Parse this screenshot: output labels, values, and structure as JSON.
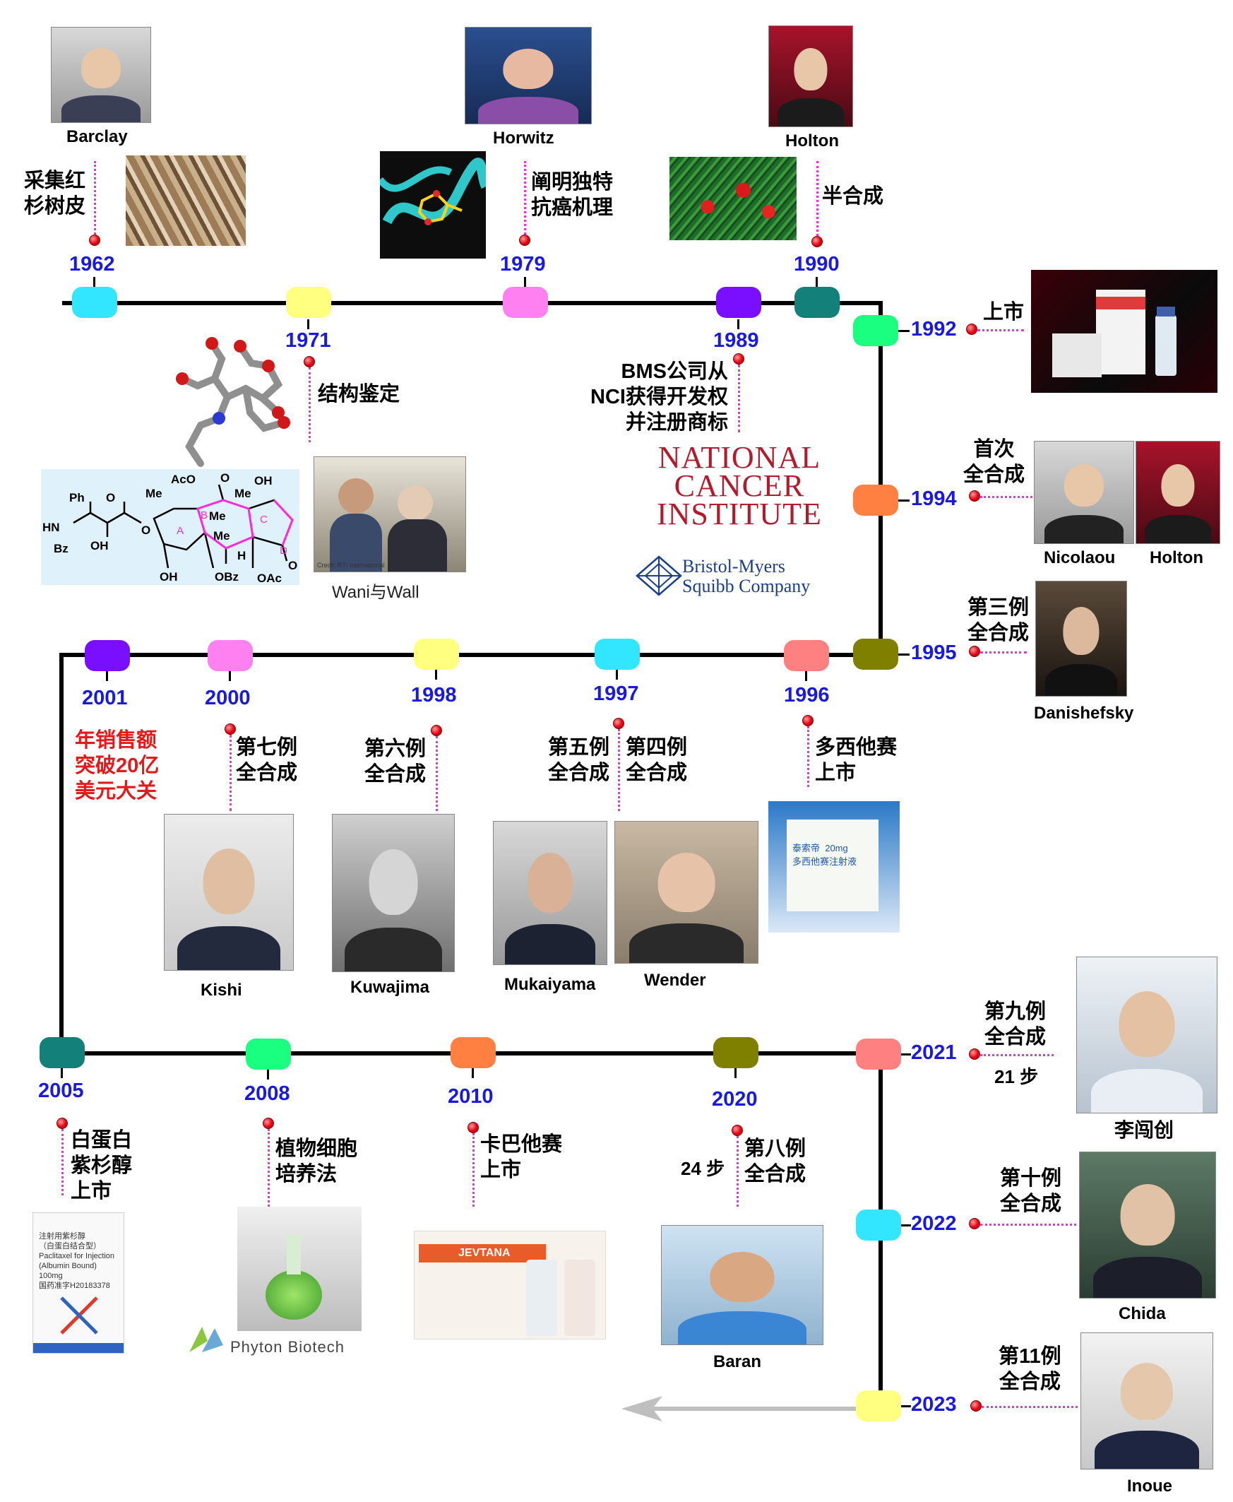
{
  "colors": {
    "year": "#1a1adf",
    "label": "#000000",
    "sales": "#e41a1a",
    "pin": "#e60012",
    "dotted": "#e535d6",
    "line": "#000000",
    "arrow": "#bfbfbf",
    "c1962": "#33e6ff",
    "c1971": "#ffff80",
    "c1979": "#ff80f0",
    "c1989": "#7a0fff",
    "c1990": "#14807a",
    "c1992": "#1aff80",
    "c1994": "#ff8040",
    "c1995": "#7f7f00",
    "c1996": "#ff8080",
    "c1997": "#33e6ff",
    "c1998": "#ffff80",
    "c2000": "#ff80f0",
    "c2001": "#7a0fff",
    "c2005": "#14807a",
    "c2008": "#1aff80",
    "c2010": "#ff8040",
    "c2020": "#7f7f00",
    "c2021": "#ff8080",
    "c2022": "#33e6ff",
    "c2023": "#ffff80"
  },
  "years": {
    "y1962": "1962",
    "y1971": "1971",
    "y1979": "1979",
    "y1989": "1989",
    "y1990": "1990",
    "y1992": "1992",
    "y1994": "1994",
    "y1995": "1995",
    "y1996": "1996",
    "y1997": "1997",
    "y1998": "1998",
    "y2000": "2000",
    "y2001": "2001",
    "y2005": "2005",
    "y2008": "2008",
    "y2010": "2010",
    "y2020": "2020",
    "y2021": "2021",
    "y2022": "2022",
    "y2023": "2023"
  },
  "events": {
    "e1962": "采集红\n杉树皮",
    "e1971": "结构鉴定",
    "e1979": "阐明独特\n抗癌机理",
    "e1989": "BMS公司从\nNCI获得开发权\n并注册商标",
    "e1990": "半合成",
    "e1992": "上市",
    "e1994": "首次\n全合成",
    "e1995": "第三例\n全合成",
    "e1996": "多西他赛\n上市",
    "e1997a": "第五例\n全合成",
    "e1997b": "第四例\n全合成",
    "e1998": "第六例\n全合成",
    "e2000": "第七例\n全合成",
    "e2001": "年销售额\n突破20亿\n美元大关",
    "e2005": "白蛋白\n紫杉醇\n上市",
    "e2008": "植物细胞\n培养法",
    "e2010": "卡巴他赛\n上市",
    "e2020": "第八例\n全合成",
    "steps2020": "24 步",
    "e2021": "第九例\n全合成",
    "steps2021": "21 步",
    "e2022": "第十例\n全合成",
    "e2023": "第11例\n全合成"
  },
  "people": {
    "barclay": "Barclay",
    "horwitz": "Horwitz",
    "holton1990": "Holton",
    "nicolaou": "Nicolaou",
    "holton1994": "Holton",
    "danishefsky": "Danishefsky",
    "kishi": "Kishi",
    "kuwajima": "Kuwajima",
    "mukaiyama": "Mukaiyama",
    "wender": "Wender",
    "baran": "Baran",
    "li": "李闯创",
    "chida": "Chida",
    "inoue": "Inoue",
    "wani_wall": "Wani与Wall"
  },
  "logos": {
    "nci": "NATIONAL\nCANCER\nINSTITUTE",
    "bms": "Bristol-Myers\nSquibb Company",
    "phyton": "Phyton Biotech",
    "jevtana": "JEVTANA",
    "abraxane": "注射用紫杉醇\n（白蛋白结合型）\nPaclitaxel for Injection\n(Albumin Bound)\n100mg\n国药准字H20183378",
    "taxotere": "泰索帝  20mg\n多西他赛注射液",
    "rti_credit": "Credit: RTI International"
  },
  "structure": {
    "groups": [
      "Ph",
      "O",
      "HN",
      "Bz",
      "OH",
      "Me",
      "AcO",
      "O",
      "OH",
      "Me",
      "Me",
      "Me",
      "H",
      "OH",
      "OBz",
      "OAc",
      "O"
    ],
    "rings": [
      "A",
      "B",
      "C",
      "D"
    ]
  }
}
